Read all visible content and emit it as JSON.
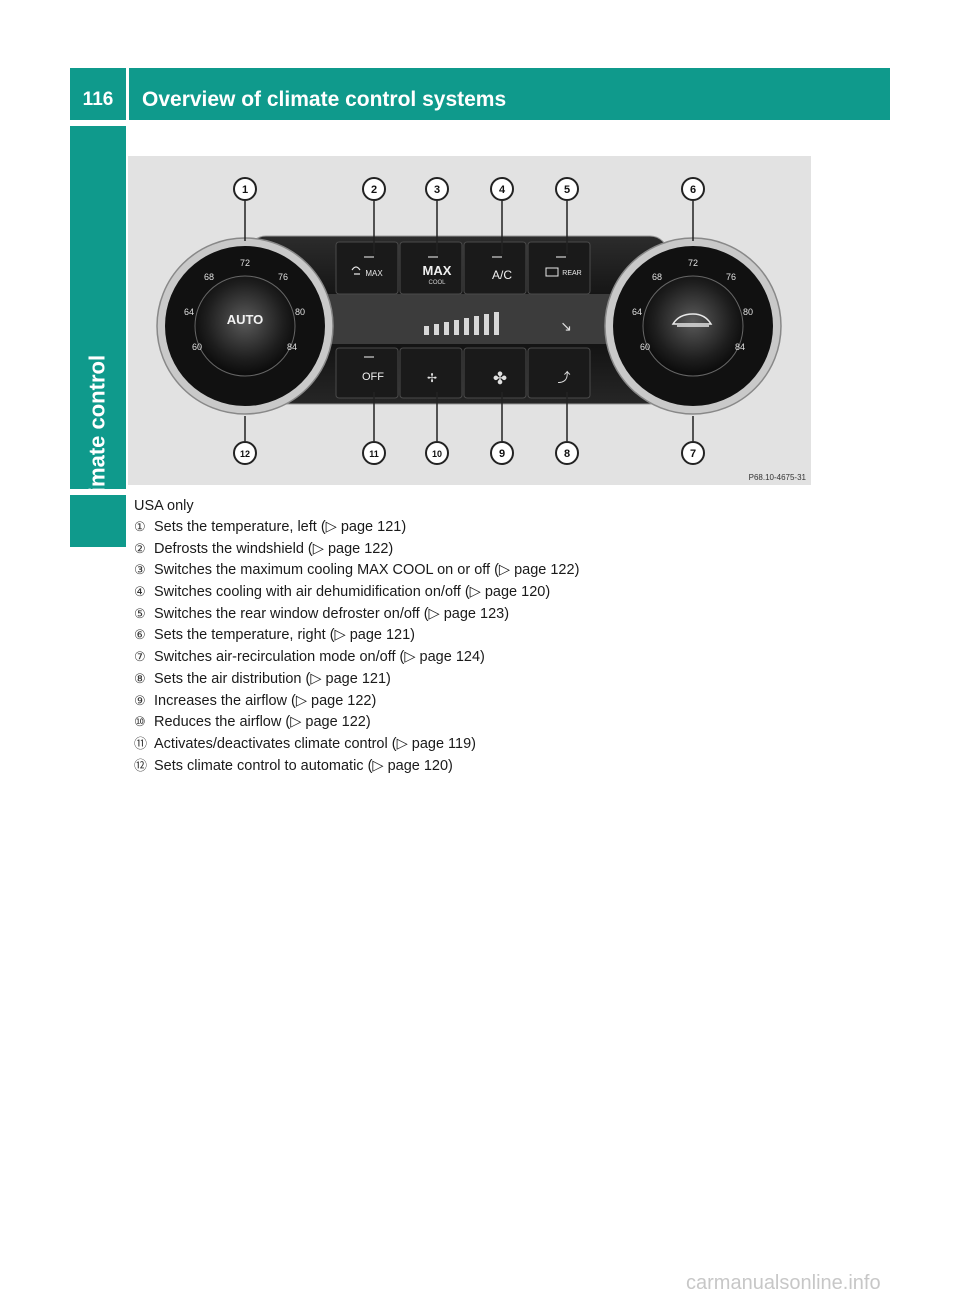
{
  "header": {
    "page_number": "116",
    "title": "Overview of climate control systems"
  },
  "side_tab": {
    "label": "Climate control"
  },
  "figure": {
    "callouts": [
      "1",
      "2",
      "3",
      "4",
      "5",
      "6",
      "7",
      "8",
      "9",
      "10",
      "11",
      "12"
    ],
    "ref_code": "P68.10-4675-31",
    "dial_left": {
      "center_label": "AUTO",
      "scale": [
        "64",
        "68",
        "72",
        "76",
        "80",
        "84",
        "60"
      ]
    },
    "dial_right": {
      "center_icon": "car-recirculation-icon",
      "scale": [
        "64",
        "68",
        "72",
        "76",
        "80",
        "84",
        "60"
      ]
    },
    "buttons": {
      "defrost_max": "MAX",
      "max": "MAX",
      "cool": "COOL",
      "ac": "A/C",
      "rear": "REAR",
      "off": "OFF"
    }
  },
  "intro": "USA only",
  "legend": [
    {
      "num": "1",
      "symbol": "①",
      "text": "Sets the temperature, left (▷ page 121)"
    },
    {
      "num": "2",
      "symbol": "②",
      "text": "Defrosts the windshield (▷ page 122)"
    },
    {
      "num": "3",
      "symbol": "③",
      "text": "Switches the maximum cooling MAX COOL on or off (▷ page 122)"
    },
    {
      "num": "4",
      "symbol": "④",
      "text": "Switches cooling with air dehumidification on/off (▷ page 120)"
    },
    {
      "num": "5",
      "symbol": "⑤",
      "text": "Switches the rear window defroster on/off (▷ page 123)"
    },
    {
      "num": "6",
      "symbol": "⑥",
      "text": "Sets the temperature, right (▷ page 121)"
    },
    {
      "num": "7",
      "symbol": "⑦",
      "text": "Switches air-recirculation mode on/off (▷ page 124)"
    },
    {
      "num": "8",
      "symbol": "⑧",
      "text": "Sets the air distribution (▷ page 121)"
    },
    {
      "num": "9",
      "symbol": "⑨",
      "text": "Increases the airflow (▷ page 122)"
    },
    {
      "num": "10",
      "symbol": "⑩",
      "text": "Reduces the airflow (▷ page 122)"
    },
    {
      "num": "11",
      "symbol": "⑪",
      "text": "Activates/deactivates climate control (▷ page 119)"
    },
    {
      "num": "12",
      "symbol": "⑫",
      "text": "Sets climate control to automatic (▷ page 120)"
    }
  ],
  "footer": "carmanualsonline.info"
}
